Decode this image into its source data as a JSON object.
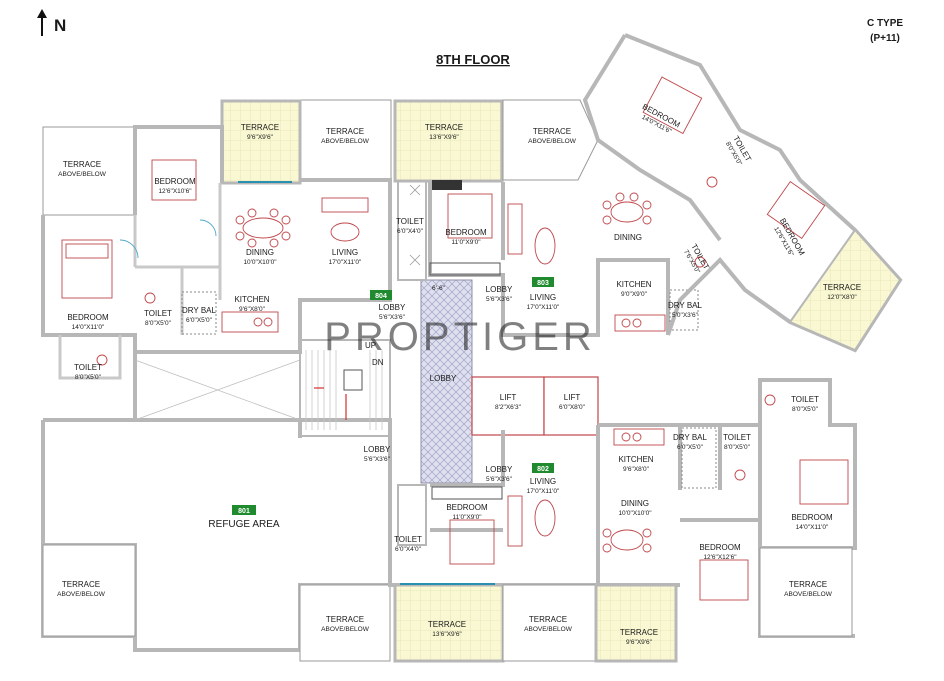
{
  "header": {
    "north_label": "N",
    "type_line1": "C TYPE",
    "type_line2": "(P+11)",
    "floor_title": "8TH FLOOR"
  },
  "flat_tags": {
    "f801": "801",
    "f802": "802",
    "f803": "803",
    "f804": "804"
  },
  "refuge": {
    "name": "REFUGE AREA"
  },
  "rooms": [
    {
      "name": "TERRACE",
      "dim": "9'6\"X9'6\""
    },
    {
      "name": "TERRACE",
      "dim": "ABOVE/BELOW"
    },
    {
      "name": "TERRACE",
      "dim": "13'6\"X9'6\""
    },
    {
      "name": "TERRACE",
      "dim": "ABOVE/BELOW"
    },
    {
      "name": "TERRACE",
      "dim": "ABOVE/BELOW"
    },
    {
      "name": "BEDROOM",
      "dim": "12'6\"X10'6\""
    },
    {
      "name": "DINING",
      "dim": "10'0\"X10'0\""
    },
    {
      "name": "LIVING",
      "dim": "17'0\"X11'0\""
    },
    {
      "name": "TOILET",
      "dim": "6'0\"X4'0\""
    },
    {
      "name": "BEDROOM",
      "dim": "11'0\"X9'0\""
    },
    {
      "name": "BEDROOM",
      "dim": "14'0\"X11'0\""
    },
    {
      "name": "TOILET",
      "dim": "8'0\"X5'0\""
    },
    {
      "name": "DRY BAL",
      "dim": "6'0\"X5'0\""
    },
    {
      "name": "KITCHEN",
      "dim": "9'6\"X8'0\""
    },
    {
      "name": "LOBBY",
      "dim": "5'6\"X3'6\""
    },
    {
      "name": "TOILET",
      "dim": "8'0\"X5'0\""
    },
    {
      "name": "LOBBY",
      "dim": "5'6\"X3'6\""
    },
    {
      "name": "LIVING",
      "dim": "17'0\"X11'0\""
    },
    {
      "name": "DINING",
      "dim": ""
    },
    {
      "name": "KITCHEN",
      "dim": "9'0\"X9'0\""
    },
    {
      "name": "DRY BAL",
      "dim": "5'0\"X3'6\""
    },
    {
      "name": "BEDROOM",
      "dim": "14'0\"X11'6\""
    },
    {
      "name": "TOILET",
      "dim": "8'0\"X5'0\""
    },
    {
      "name": "TOILET",
      "dim": "7'6\"X5'0\""
    },
    {
      "name": "BEDROOM",
      "dim": "12'6\"X11'6\""
    },
    {
      "name": "TERRACE",
      "dim": "12'0\"X8'0\""
    },
    {
      "name": "LIFT",
      "dim": "8'2\"X6'3\""
    },
    {
      "name": "LIFT",
      "dim": "6'0\"X8'0\""
    },
    {
      "name": "LOBBY",
      "dim": ""
    },
    {
      "name": "LOBBY",
      "dim": "5'6\"X3'6\""
    },
    {
      "name": "LOBBY",
      "dim": "5'6\"X3'6\""
    },
    {
      "name": "LIVING",
      "dim": "17'0\"X11'0\""
    },
    {
      "name": "BEDROOM",
      "dim": "11'0\"X9'0\""
    },
    {
      "name": "TOILET",
      "dim": "6'0\"X4'0\""
    },
    {
      "name": "KITCHEN",
      "dim": "9'6\"X8'0\""
    },
    {
      "name": "DRY BAL",
      "dim": "6'0\"X5'0\""
    },
    {
      "name": "TOILET",
      "dim": "8'0\"X5'0\""
    },
    {
      "name": "TOILET",
      "dim": "8'0\"X5'0\""
    },
    {
      "name": "DINING",
      "dim": "10'0\"X10'0\""
    },
    {
      "name": "BEDROOM",
      "dim": "14'0\"X11'0\""
    },
    {
      "name": "BEDROOM",
      "dim": "12'6\"X12'6\""
    },
    {
      "name": "TERRACE",
      "dim": "ABOVE/BELOW"
    },
    {
      "name": "TERRACE",
      "dim": "ABOVE/BELOW"
    },
    {
      "name": "TERRACE",
      "dim": "13'6\"X9'6\""
    },
    {
      "name": "TERRACE",
      "dim": "ABOVE/BELOW"
    },
    {
      "name": "TERRACE",
      "dim": "9'6\"X9'6\""
    },
    {
      "name": "TERRACE",
      "dim": "ABOVE/BELOW"
    }
  ],
  "stair": {
    "up": "UP",
    "down": "DN",
    "dim": "6'-6\""
  },
  "watermark": "PROPTIGER"
}
